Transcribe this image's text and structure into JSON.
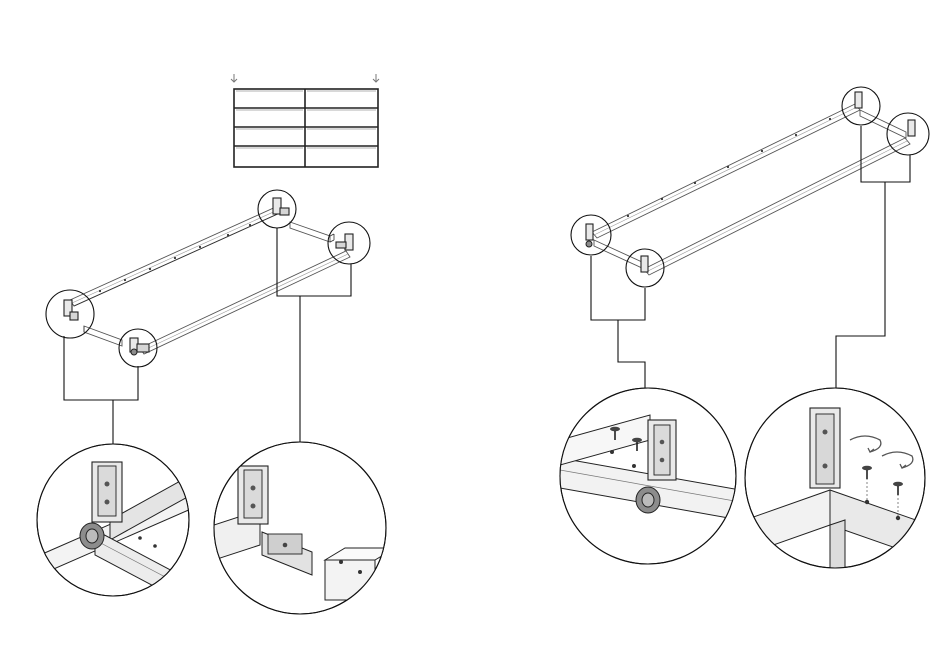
{
  "figure": {
    "panels": [
      {
        "name": "step-left",
        "detail_views": 2,
        "hardware_screws": 0
      },
      {
        "name": "step-right",
        "detail_views": 2,
        "hardware_screws": 4
      }
    ],
    "overview_grid": {
      "rows": 4,
      "columns": 2,
      "drop_arrows": 2
    },
    "icons": [
      "down-arrow-icon",
      "rotate-arrow-icon",
      "screw-icon"
    ]
  }
}
